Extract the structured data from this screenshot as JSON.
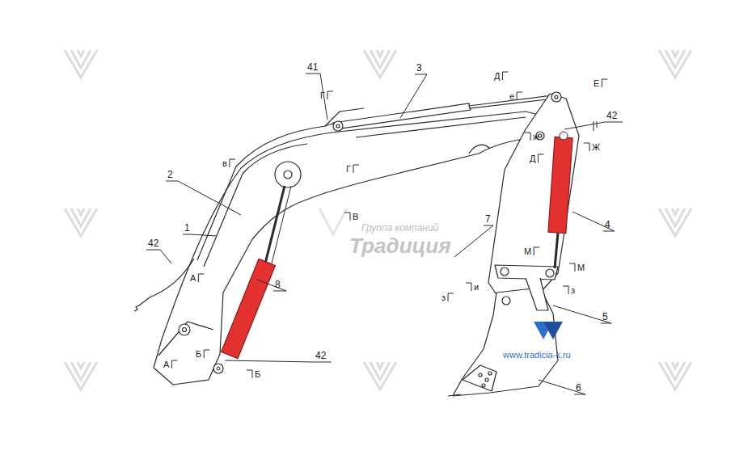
{
  "diagram": {
    "labels": [
      "41",
      "3",
      "Г",
      "Д",
      "Е",
      "е",
      "42",
      "ж",
      "Ж",
      "Д",
      "в",
      "Г",
      "2",
      "В",
      "1",
      "42",
      "7",
      "4",
      "А",
      "8",
      "М",
      "М",
      "и",
      "з",
      "з",
      "5",
      "Б",
      "42",
      "А",
      "Б",
      "6",
      "Группа компаний",
      "Традиция",
      "www.tradicia-k.ru"
    ]
  }
}
